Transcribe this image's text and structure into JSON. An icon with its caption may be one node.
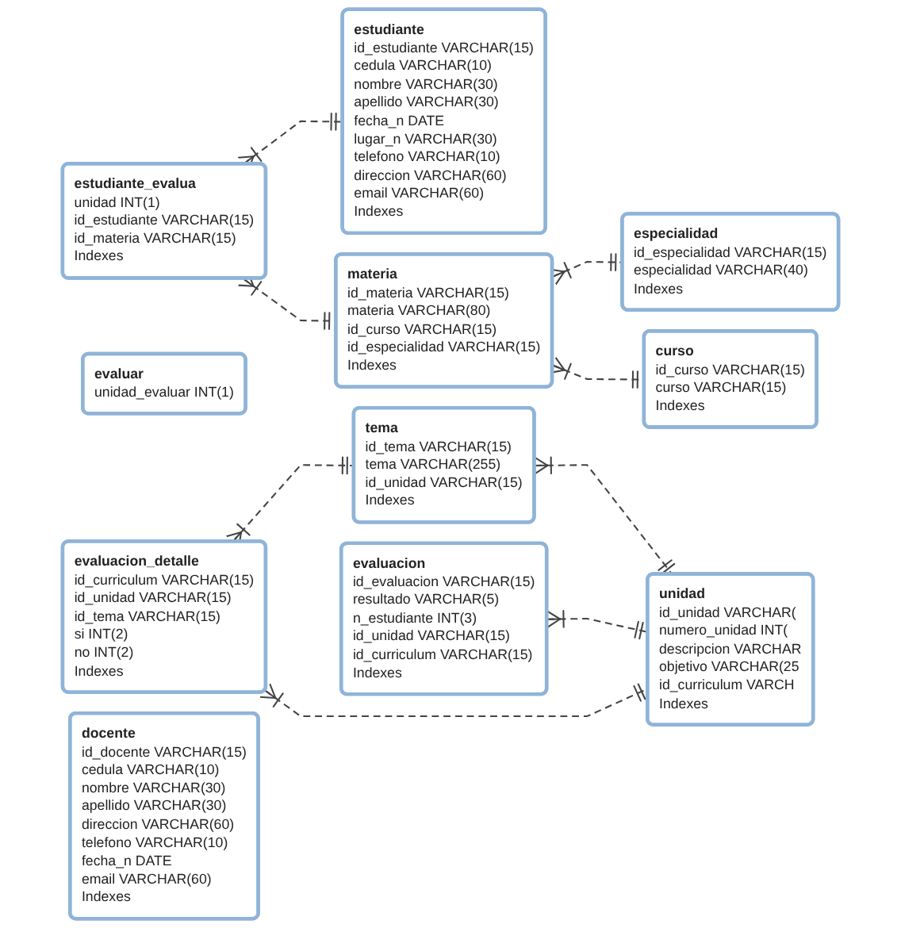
{
  "diagram": {
    "nodes": [
      {
        "text": [
          "estudiante",
          "id_estudiante VARCHAR(15)",
          "cedula VARCHAR(10)",
          "nombre VARCHAR(30)",
          "apellido VARCHAR(30)",
          "fecha_n DATE",
          "lugar_n VARCHAR(30)",
          "telefono VARCHAR(10)",
          "direccion VARCHAR(60)",
          "email VARCHAR(60)",
          "Indexes"
        ]
      },
      {
        "text": [
          "materia",
          "id_materia VARCHAR(15)",
          "materia VARCHAR(80)",
          "id_curso VARCHAR(15)",
          "id_especialidad VARCHAR(15)",
          "Indexes"
        ]
      },
      {
        "text": [
          "estudiante_evalua",
          "unidad INT(1)",
          "id_estudiante VARCHAR(15)",
          "id_materia VARCHAR(15)",
          "Indexes"
        ]
      },
      {
        "text": [
          "tema",
          "id_tema VARCHAR(15)",
          "tema VARCHAR(255)",
          "id_unidad VARCHAR(15)",
          "Indexes"
        ]
      },
      {
        "text": [
          "unidad",
          "id_unidad VARCHAR(",
          "numero_unidad INT(",
          "descripcion VARCHAR",
          "objetivo VARCHAR(25",
          "id_curriculum VARCH",
          "Indexes"
        ]
      },
      {
        "text": [
          "curso",
          "id_curso VARCHAR(15)",
          "curso VARCHAR(15)",
          "Indexes"
        ]
      },
      {
        "text": [
          "especialidad",
          "id_especialidad VARCHAR(15)",
          "especialidad VARCHAR(40)",
          "Indexes"
        ]
      },
      {
        "text": [
          "evaluar",
          "unidad_evaluar INT(1)"
        ]
      },
      {
        "text": [
          "evaluacion",
          "id_evaluacion VARCHAR(15)",
          "resultado VARCHAR(5)",
          "n_estudiante INT(3)",
          "id_unidad VARCHAR(15)",
          "id_curriculum VARCHAR(15)",
          "Indexes"
        ]
      },
      {
        "text": [
          "evaluacion_detalle",
          "id_curriculum VARCHAR(15)",
          "id_unidad VARCHAR(15)",
          "id_tema VARCHAR(15)",
          "si INT(2)",
          "no INT(2)",
          "Indexes"
        ]
      },
      {
        "text": [
          "docente",
          "id_docente VARCHAR(15)",
          "cedula VARCHAR(10)",
          "nombre VARCHAR(30)",
          "apellido VARCHAR(30)",
          "direccion VARCHAR(60)",
          "telefono VARCHAR(10)",
          "fecha_n DATE",
          "email VARCHAR(60)",
          "Indexes"
        ]
      }
    ],
    "edges": [
      {
        "from": 2,
        "to": 0,
        "arrow": "other",
        "style": "dashed"
      },
      {
        "from": 2,
        "to": 1,
        "arrow": "other",
        "style": "dashed"
      },
      {
        "from": 1,
        "to": 6,
        "arrow": "other",
        "style": "dashed"
      },
      {
        "from": 1,
        "to": 5,
        "arrow": "other",
        "style": "dashed"
      },
      {
        "from": 3,
        "to": 4,
        "arrow": "other",
        "style": "dashed"
      },
      {
        "from": 9,
        "to": 3,
        "arrow": "other",
        "style": "dashed"
      },
      {
        "from": 8,
        "to": 4,
        "arrow": "other",
        "style": "dashed"
      },
      {
        "from": 9,
        "to": 4,
        "arrow": "other",
        "style": "dashed"
      }
    ]
  }
}
